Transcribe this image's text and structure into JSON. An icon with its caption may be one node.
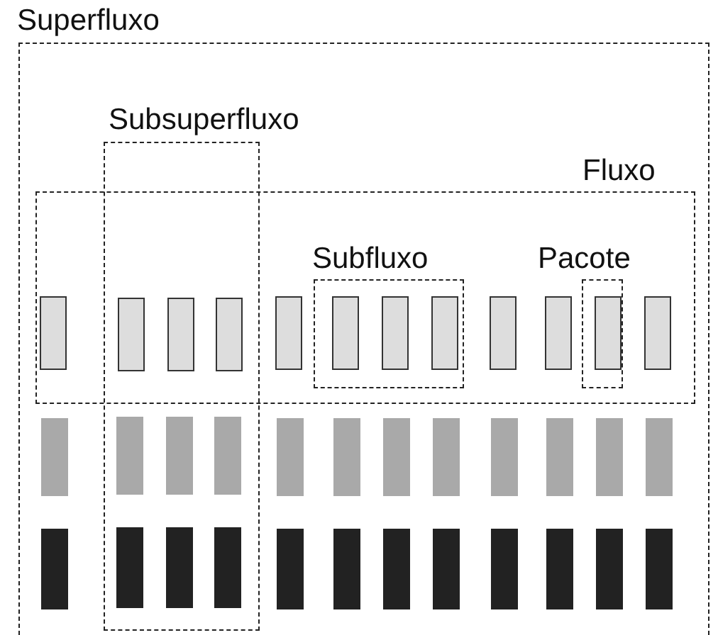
{
  "diagram": {
    "nodes": [
      {
        "text": [
          "Superfluxo"
        ]
      },
      {
        "text": [
          "Subsuperfluxo"
        ],
        "in": 0
      },
      {
        "text": [
          "Fluxo"
        ],
        "in": 0
      },
      {
        "text": [
          "Subfluxo"
        ],
        "in": 2
      },
      {
        "text": [
          "Pacote"
        ],
        "in": 2
      },
      {
        "text": [],
        "shape": "bar",
        "in": 2
      },
      {
        "text": [],
        "shape": "bar"
      },
      {
        "text": [],
        "shape": "bar"
      },
      {
        "text": [],
        "shape": "bar"
      },
      {
        "text": [],
        "shape": "bar",
        "in": 2
      },
      {
        "text": [],
        "shape": "bar",
        "in": 3
      },
      {
        "text": [],
        "shape": "bar",
        "in": 3
      },
      {
        "text": [],
        "shape": "bar",
        "in": 3
      },
      {
        "text": [],
        "shape": "bar",
        "in": 2
      },
      {
        "text": [],
        "shape": "bar",
        "in": 2
      },
      {
        "text": [],
        "shape": "bar",
        "in": 4
      },
      {
        "text": [],
        "shape": "bar",
        "in": 2
      },
      {
        "text": [],
        "shape": "bar",
        "in": 0
      },
      {
        "text": [],
        "shape": "bar",
        "in": 1
      },
      {
        "text": [],
        "shape": "bar",
        "in": 1
      },
      {
        "text": [],
        "shape": "bar",
        "in": 1
      },
      {
        "text": [],
        "shape": "bar",
        "in": 0
      },
      {
        "text": [],
        "shape": "bar",
        "in": 0
      },
      {
        "text": [],
        "shape": "bar",
        "in": 0
      },
      {
        "text": [],
        "shape": "bar",
        "in": 0
      },
      {
        "text": [],
        "shape": "bar",
        "in": 0
      },
      {
        "text": [],
        "shape": "bar",
        "in": 0
      },
      {
        "text": [],
        "shape": "bar",
        "in": 0
      },
      {
        "text": [],
        "shape": "bar",
        "in": 0
      },
      {
        "text": [],
        "shape": "bar",
        "in": 0
      },
      {
        "text": [],
        "shape": "bar",
        "in": 1
      },
      {
        "text": [],
        "shape": "bar",
        "in": 1
      },
      {
        "text": [],
        "shape": "bar",
        "in": 1
      },
      {
        "text": [],
        "shape": "bar",
        "in": 0
      },
      {
        "text": [],
        "shape": "bar",
        "in": 0
      },
      {
        "text": [],
        "shape": "bar",
        "in": 0
      },
      {
        "text": [],
        "shape": "bar",
        "in": 0
      },
      {
        "text": [],
        "shape": "bar",
        "in": 0
      },
      {
        "text": [],
        "shape": "bar",
        "in": 0
      },
      {
        "text": [],
        "shape": "bar",
        "in": 0
      },
      {
        "text": [],
        "shape": "bar",
        "in": 0
      }
    ]
  }
}
